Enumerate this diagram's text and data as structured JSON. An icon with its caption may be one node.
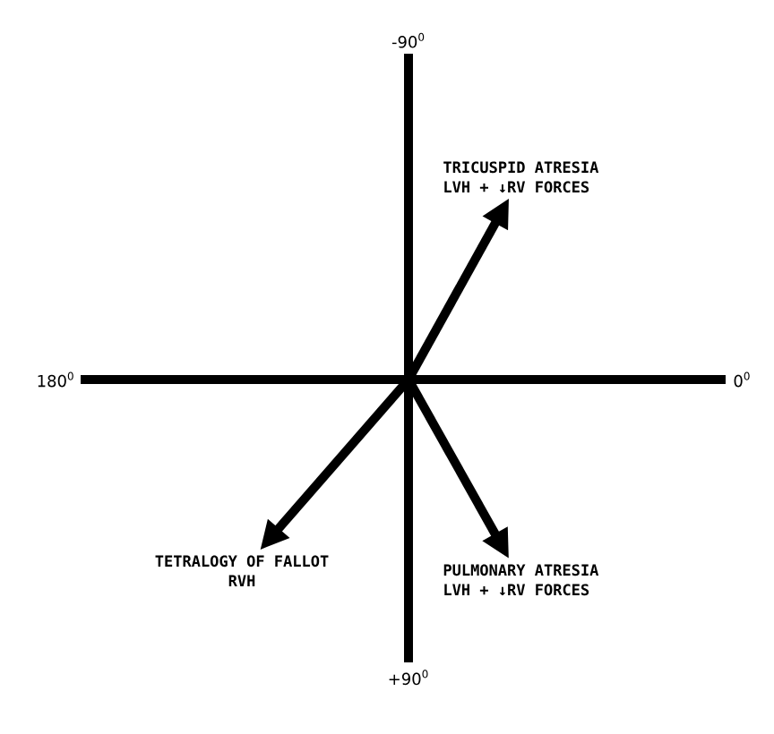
{
  "diagram": {
    "nodes": [
      {
        "text": [
          "TRICUSPID ATRESIA",
          "LVH + ↓RV FORCES"
        ]
      },
      {
        "text": [
          "PULMONARY ATRESIA",
          "LVH + ↓RV FORCES"
        ]
      },
      {
        "text": [
          "TETRALOGY OF FALLOT",
          "RVH"
        ]
      }
    ],
    "edges": [
      {
        "from": null,
        "to": 0,
        "arrow": "to"
      },
      {
        "from": null,
        "to": 1,
        "arrow": "to"
      },
      {
        "from": null,
        "to": 2,
        "arrow": "to"
      }
    ],
    "labels": [
      "-90$^{0}$",
      "180$^{0}$",
      "0$^{0}$",
      "+90$^{0}$"
    ]
  }
}
